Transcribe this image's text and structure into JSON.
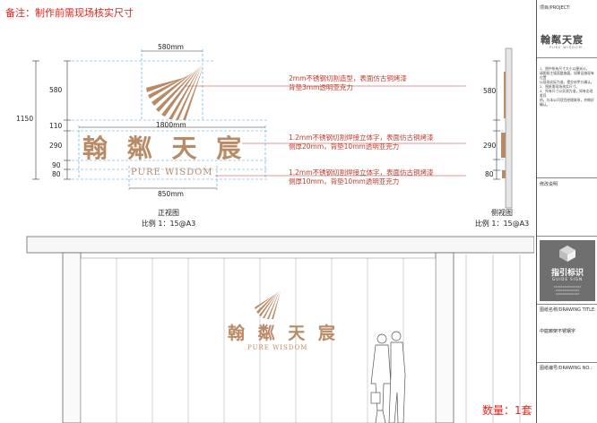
{
  "note": "备注：制作前需现场核实尺寸",
  "quantity": "数量：1套",
  "front_view": {
    "dims_left": [
      "1150",
      "580",
      "110",
      "290",
      "90",
      "80"
    ],
    "dim_top": "580mm",
    "dim_mid": "1800mm",
    "dim_bottom": "850mm",
    "title": "翰 粼 天 宸",
    "subtitle": "PURE WISDOM",
    "caption_line1": "正视图",
    "caption_line2": "比例 1：15@A3"
  },
  "callouts": {
    "c1_l1": "2mm不锈钢切割造型，表面仿古铜烤漆",
    "c1_l2": "背垫3mm透明亚克力",
    "c2_l1": "1.2mm不锈钢切割焊接立体字，表面仿古铜烤漆",
    "c2_l2": "侧厚20mm，背垫10mm透明亚克力",
    "c3_l1": "1.2mm不锈钢切割焊接立体字，表面仿古铜烤漆",
    "c3_l2": "侧厚10mm，背垫10mm透明亚克力"
  },
  "side_view": {
    "dims": [
      "580",
      "290",
      "80"
    ],
    "caption_line1": "侧视图",
    "caption_line2": "比例 1：15@A3"
  },
  "render": {
    "title": "翰 粼 天 宸",
    "subtitle": "PURE WISDOM"
  },
  "title_block": {
    "project_label": "项目/PROJECT:",
    "project_logo_cn": "翰粼天宸",
    "project_logo_en": "PURE WISDOM",
    "notes": [
      "1、图中所有尺寸大小以厘米计，",
      "请图纸主墙面整施展，如果设施现有位置",
      "以现场实际为准，提交给甲方确认。",
      "2、图纸需现场核实尺寸。",
      "3、所有尺寸以实测为准，如有出现差异",
      "的，与本公司项目经理联系，并做好确认。"
    ],
    "revision_label": "修改说明",
    "company_cn": "指引标识",
    "company_en": "GUIDE SIGN",
    "company_small": [
      "XXXXXXXXXXXXXXX",
      "XXXXXXXXXXXXX",
      "XXXXXXXXXXXXX"
    ],
    "drawing_title_label": "图纸名称/DRAWING TITLE:",
    "drawing_title": "中庭廊架不锈钢字",
    "drawing_no_label": "图纸编号/DRAWING NO.:"
  },
  "colors": {
    "accent_red": "#e2231a",
    "bronze": "#b98a66",
    "dim_blue": "#4aa3d8"
  }
}
